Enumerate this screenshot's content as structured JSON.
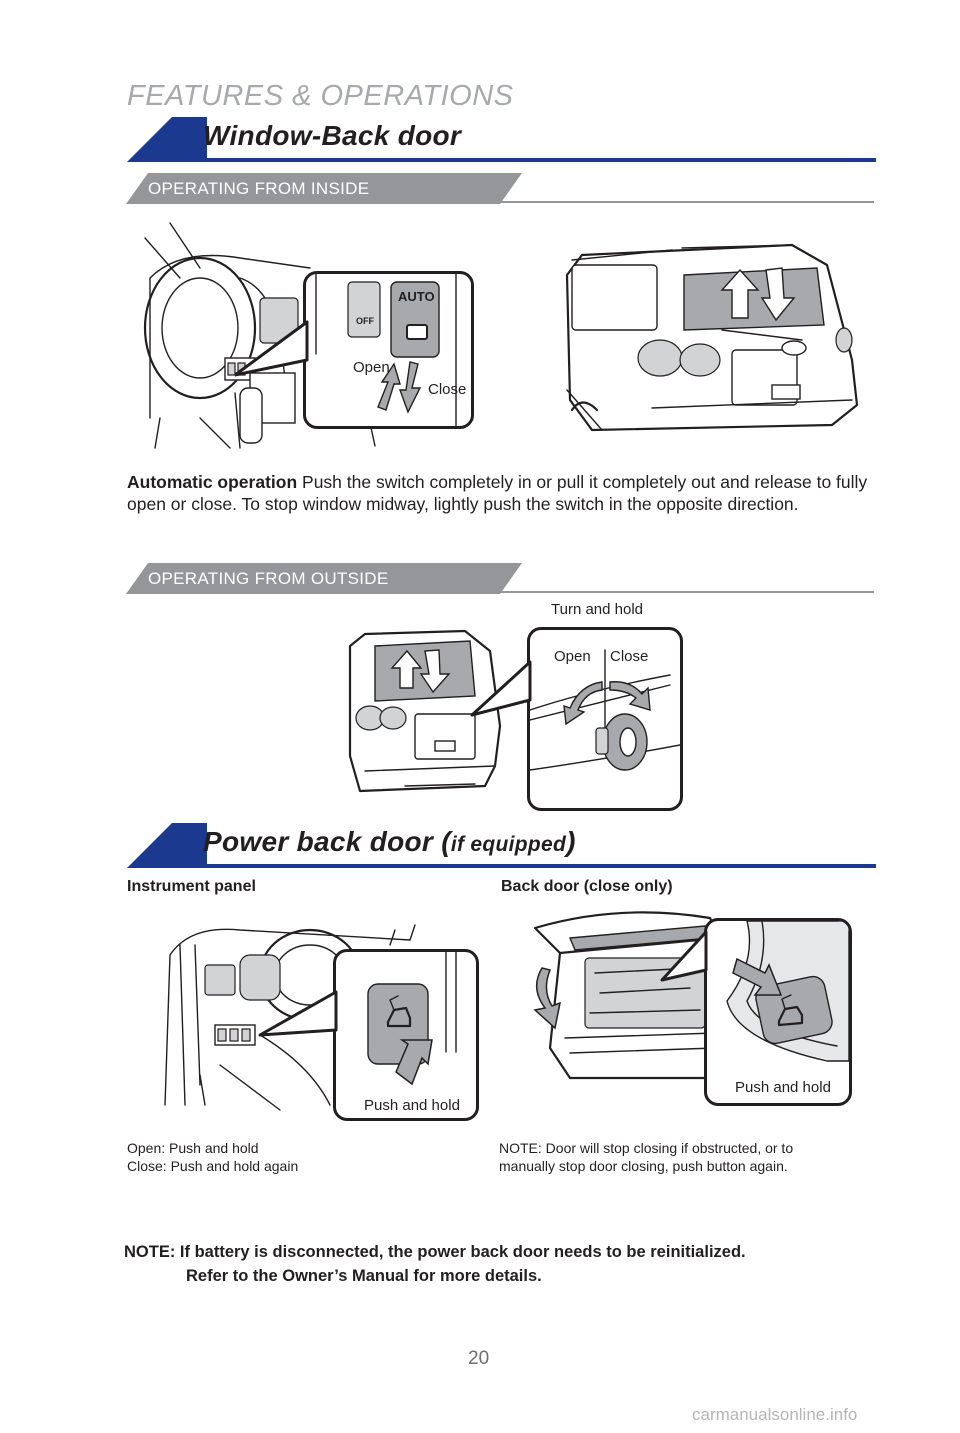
{
  "page": {
    "header": "FEATURES & OPERATIONS",
    "page_number": "20",
    "watermark": "carmanualsonline.info"
  },
  "window_section": {
    "title": "Window-Back door",
    "inside": {
      "band": "OPERATING FROM INSIDE",
      "open_label": "Open",
      "close_label": "Close",
      "switch_label": "AUTO",
      "off_label": "OFF",
      "text_bold": "Automatic operation",
      "text_body": " Push the switch completely in or pull it completely out and release to fully open or close. To stop window midway, lightly push the switch in the opposite direction."
    },
    "outside": {
      "band": "OPERATING FROM OUTSIDE",
      "turn_label": "Turn and hold",
      "open_label": "Open",
      "close_label": "Close"
    }
  },
  "power_section": {
    "title": "Power back door (",
    "title_suffix": "if equipped",
    "title_close": ")",
    "instrument": {
      "heading": "Instrument panel",
      "push_label": "Push and hold",
      "note_line1": "Open: Push and hold",
      "note_line2": "Close: Push and hold again"
    },
    "backdoor": {
      "heading": "Back door (close only)",
      "push_label": "Push and hold",
      "note_line1": "NOTE: Door will stop closing if obstructed, or to",
      "note_line2": "manually stop door closing, push button again."
    },
    "note_line1": "NOTE: If battery is disconnected, the power back door needs to be reinitialized.",
    "note_line2": "Refer to the Owner’s Manual for more details."
  }
}
